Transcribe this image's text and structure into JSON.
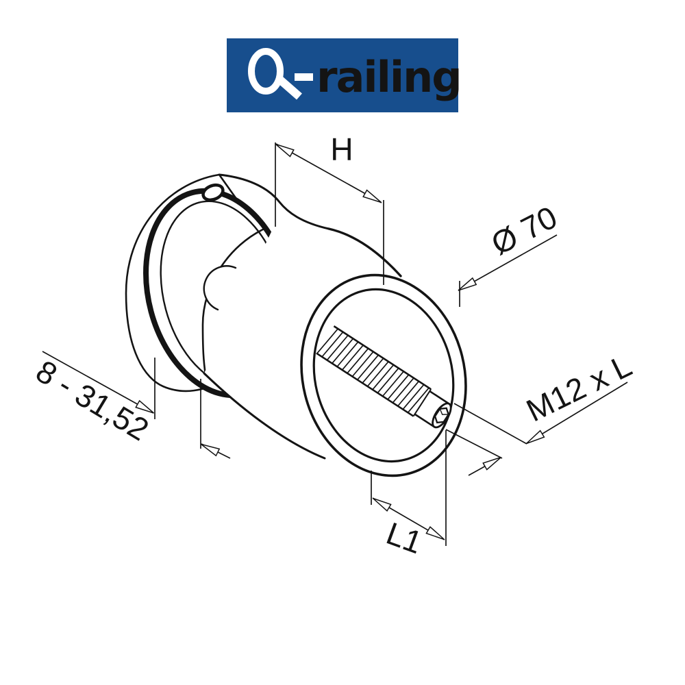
{
  "logo": {
    "brand": "Q-railing",
    "brand_text": "railing",
    "banner_color": "#174e8d",
    "text_color": "#ffffff"
  },
  "drawing": {
    "line_color": "#141414",
    "labels": {
      "height": "H",
      "diameter": "Ø 70",
      "thread": "M12 x L",
      "glass_thickness_range": "8 - 31,52",
      "protrusion_length": "L1"
    }
  }
}
